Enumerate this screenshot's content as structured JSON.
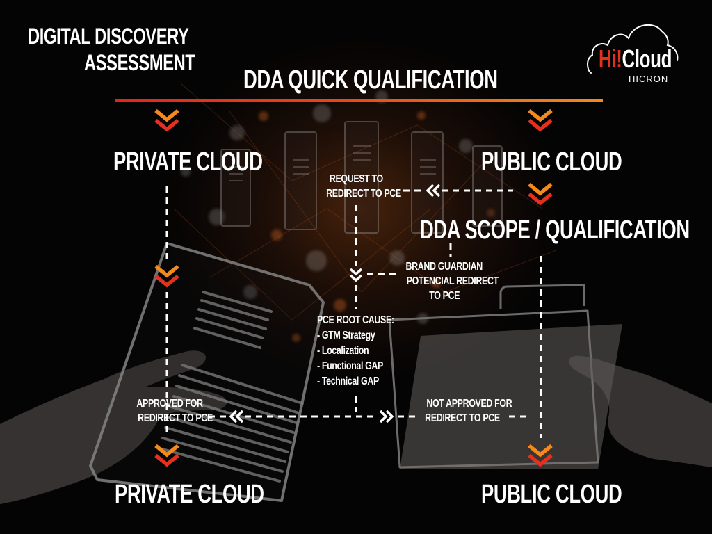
{
  "header": {
    "title_line1": "DIGITAL DISCOVERY",
    "title_line2": "ASSESSMENT",
    "subtitle": "DDA QUICK QUALIFICATION"
  },
  "logo": {
    "brand_hi": "Hi!",
    "brand_cloud": "Cloud",
    "company": "HICRON",
    "colors": {
      "accent": "#e3311d",
      "text": "#ffffff"
    }
  },
  "colors": {
    "divider_start": "#e2241c",
    "divider_end": "#f08a1e",
    "chevron_top": "#f07d1a",
    "chevron_bottom": "#e4301c",
    "connector": "#ffffff",
    "background": "#050404"
  },
  "nodes": {
    "private_cloud_top": "PRIVATE CLOUD",
    "public_cloud_top": "PUBLIC CLOUD",
    "dda_scope": "DDA SCOPE / QUALIFICATION",
    "private_cloud_bottom": "PRIVATE CLOUD",
    "public_cloud_bottom": "PUBLIC CLOUD"
  },
  "labels": {
    "request_redirect": [
      "REQUEST TO",
      "REDIRECT TO PCE"
    ],
    "brand_guardian": [
      "BRAND GUARDIAN",
      "POTENCIAL REDIRECT",
      "TO PCE"
    ],
    "approved": [
      "APPROVED FOR",
      "REDIRECT TO PCE"
    ],
    "not_approved": [
      "NOT APPROVED FOR",
      "REDIRECT TO PCE"
    ]
  },
  "root_cause": {
    "heading": "PCE ROOT CAUSE:",
    "items": [
      "- GTM Strategy",
      "- Localization",
      "- Functional GAP",
      "- Technical GAP"
    ]
  },
  "icons": {
    "chevron": "double-chevron-down-icon",
    "arrow_left": "double-chevron-left-icon",
    "arrow_right": "double-chevron-right-icon",
    "logo_cloud": "cloud-outline-icon"
  }
}
